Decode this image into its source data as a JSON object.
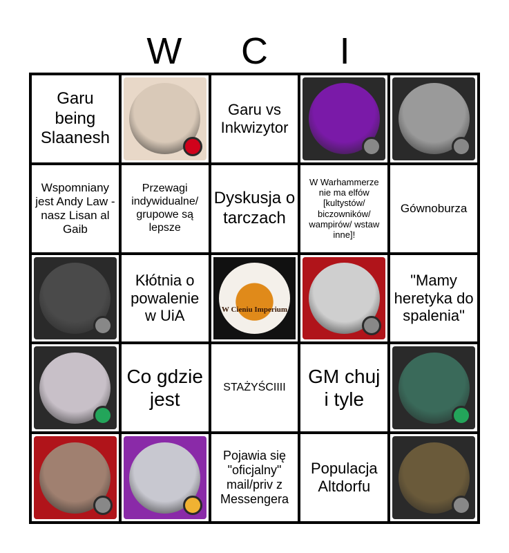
{
  "header": [
    "",
    "W",
    "C",
    "I",
    ""
  ],
  "cells": [
    {
      "text": "Garu being Slaanesh",
      "size": 24
    },
    {
      "avatar": true,
      "bg": "#e8d8c8",
      "circle": "#d9c9b8",
      "badge": "#d0021b"
    },
    {
      "text": "Garu vs Inkwizytor",
      "size": 22
    },
    {
      "avatar": true,
      "bg": "#2a2a2a",
      "circle": "#7a1aa8",
      "badge": "#888888"
    },
    {
      "avatar": true,
      "bg": "#2a2a2a",
      "circle": "#9a9a9a",
      "badge": "#888888"
    },
    {
      "text": "Wspomniany jest Andy Law - nasz Lisan al Gaib",
      "size": 17
    },
    {
      "text": "Przewagi indywidualne/ grupowe są lepsze",
      "size": 16
    },
    {
      "text": "Dyskusja o tarczach",
      "size": 24
    },
    {
      "text": "W Warhammerze nie ma elfów [kultystów/ biczowników/ wampirów/ wstaw inne]!",
      "size": 13
    },
    {
      "text": "Gównoburza",
      "size": 17
    },
    {
      "avatar": true,
      "bg": "#2a2a2a",
      "circle": "#4a4a4a",
      "badge": "#888888"
    },
    {
      "text": "Kłótnia o powalenie w UiA",
      "size": 22
    },
    {
      "logo": true,
      "logo_text": "W Cieniu Imperium"
    },
    {
      "avatar": true,
      "bg": "#b0141a",
      "circle": "#cfcfcf",
      "badge": "#888888"
    },
    {
      "text": "\"Mamy heretyka do spalenia\"",
      "size": 22
    },
    {
      "avatar": true,
      "bg": "#2a2a2a",
      "circle": "#c8c0c8",
      "badge": "#23a55a"
    },
    {
      "text": "Co gdzie jest",
      "size": 28
    },
    {
      "text": "STAŻYŚCIIII",
      "size": 16
    },
    {
      "text": "GM chuj i tyle",
      "size": 28
    },
    {
      "avatar": true,
      "bg": "#2a2a2a",
      "circle": "#3a6a5a",
      "badge": "#23a55a"
    },
    {
      "avatar": true,
      "bg": "#b0141a",
      "circle": "#a08070",
      "badge": "#888888"
    },
    {
      "avatar": true,
      "bg": "#8a2aa8",
      "circle": "#c8c8d0",
      "badge": "#f0b232"
    },
    {
      "text": "Pojawia się \"oficjalny\" mail/priv z Messengera",
      "size": 18
    },
    {
      "text": "Populacja Altdorfu",
      "size": 22
    },
    {
      "avatar": true,
      "bg": "#2a2a2a",
      "circle": "#6a5a3a",
      "badge": "#888888"
    }
  ]
}
